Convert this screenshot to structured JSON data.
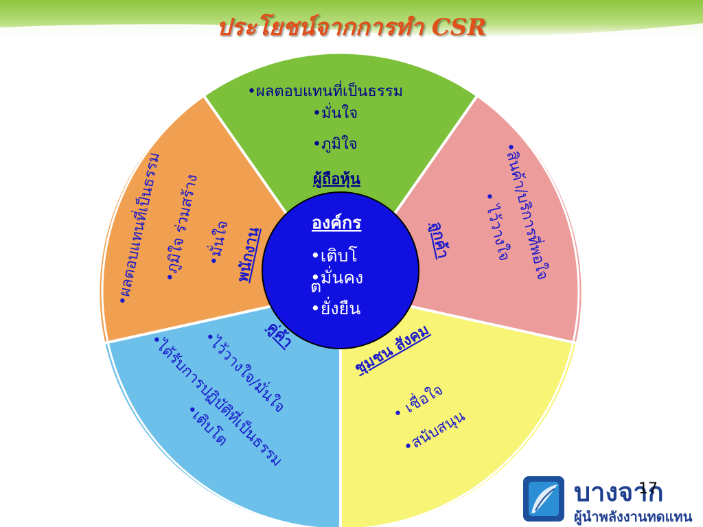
{
  "title": "ประโยชน์จากการทำ CSR",
  "center": {
    "heading": "องค์กร",
    "items": [
      "•เติบโ",
      "ต",
      "•มั่นคง",
      "•ยั่งยืน"
    ]
  },
  "segments": {
    "shareholders": {
      "label": "ผู้ถือหุ้น",
      "color": "#7dc13b",
      "items": [
        "•ผลตอบแทนที่เป็นธรรม",
        "•มั่นใจ",
        "•ภูมิใจ"
      ]
    },
    "customers": {
      "label": "ลูกค้า",
      "color": "#ec9c9b",
      "items": [
        "•สินค้า/บริการที่พอใจ",
        "• ไว้วางใจ"
      ]
    },
    "community": {
      "label": "ชุมชน สังคม",
      "color": "#f8f476",
      "items": [
        "• เชื่อใจ",
        "•สนับสนุน"
      ]
    },
    "partners": {
      "label": "คู่ค้า",
      "color": "#6cc0ea",
      "items": [
        "•ไว้วางใจ/มั่นใจ",
        "•ได้รับการปฏิบัติที่เป็นธรรม",
        "•เติบโต"
      ]
    },
    "employees": {
      "label": "พนักงาน",
      "color": "#f0a050",
      "items": [
        "•ผลตอบแทนที่เป็นธรรม",
        "•ภูมิใจ ร่วมสร้าง",
        "•มั่นใจ"
      ]
    }
  },
  "logo": {
    "name": "บางจาก",
    "tagline": "ผู้นำพลังงานทดแทน"
  },
  "page_number": "17"
}
